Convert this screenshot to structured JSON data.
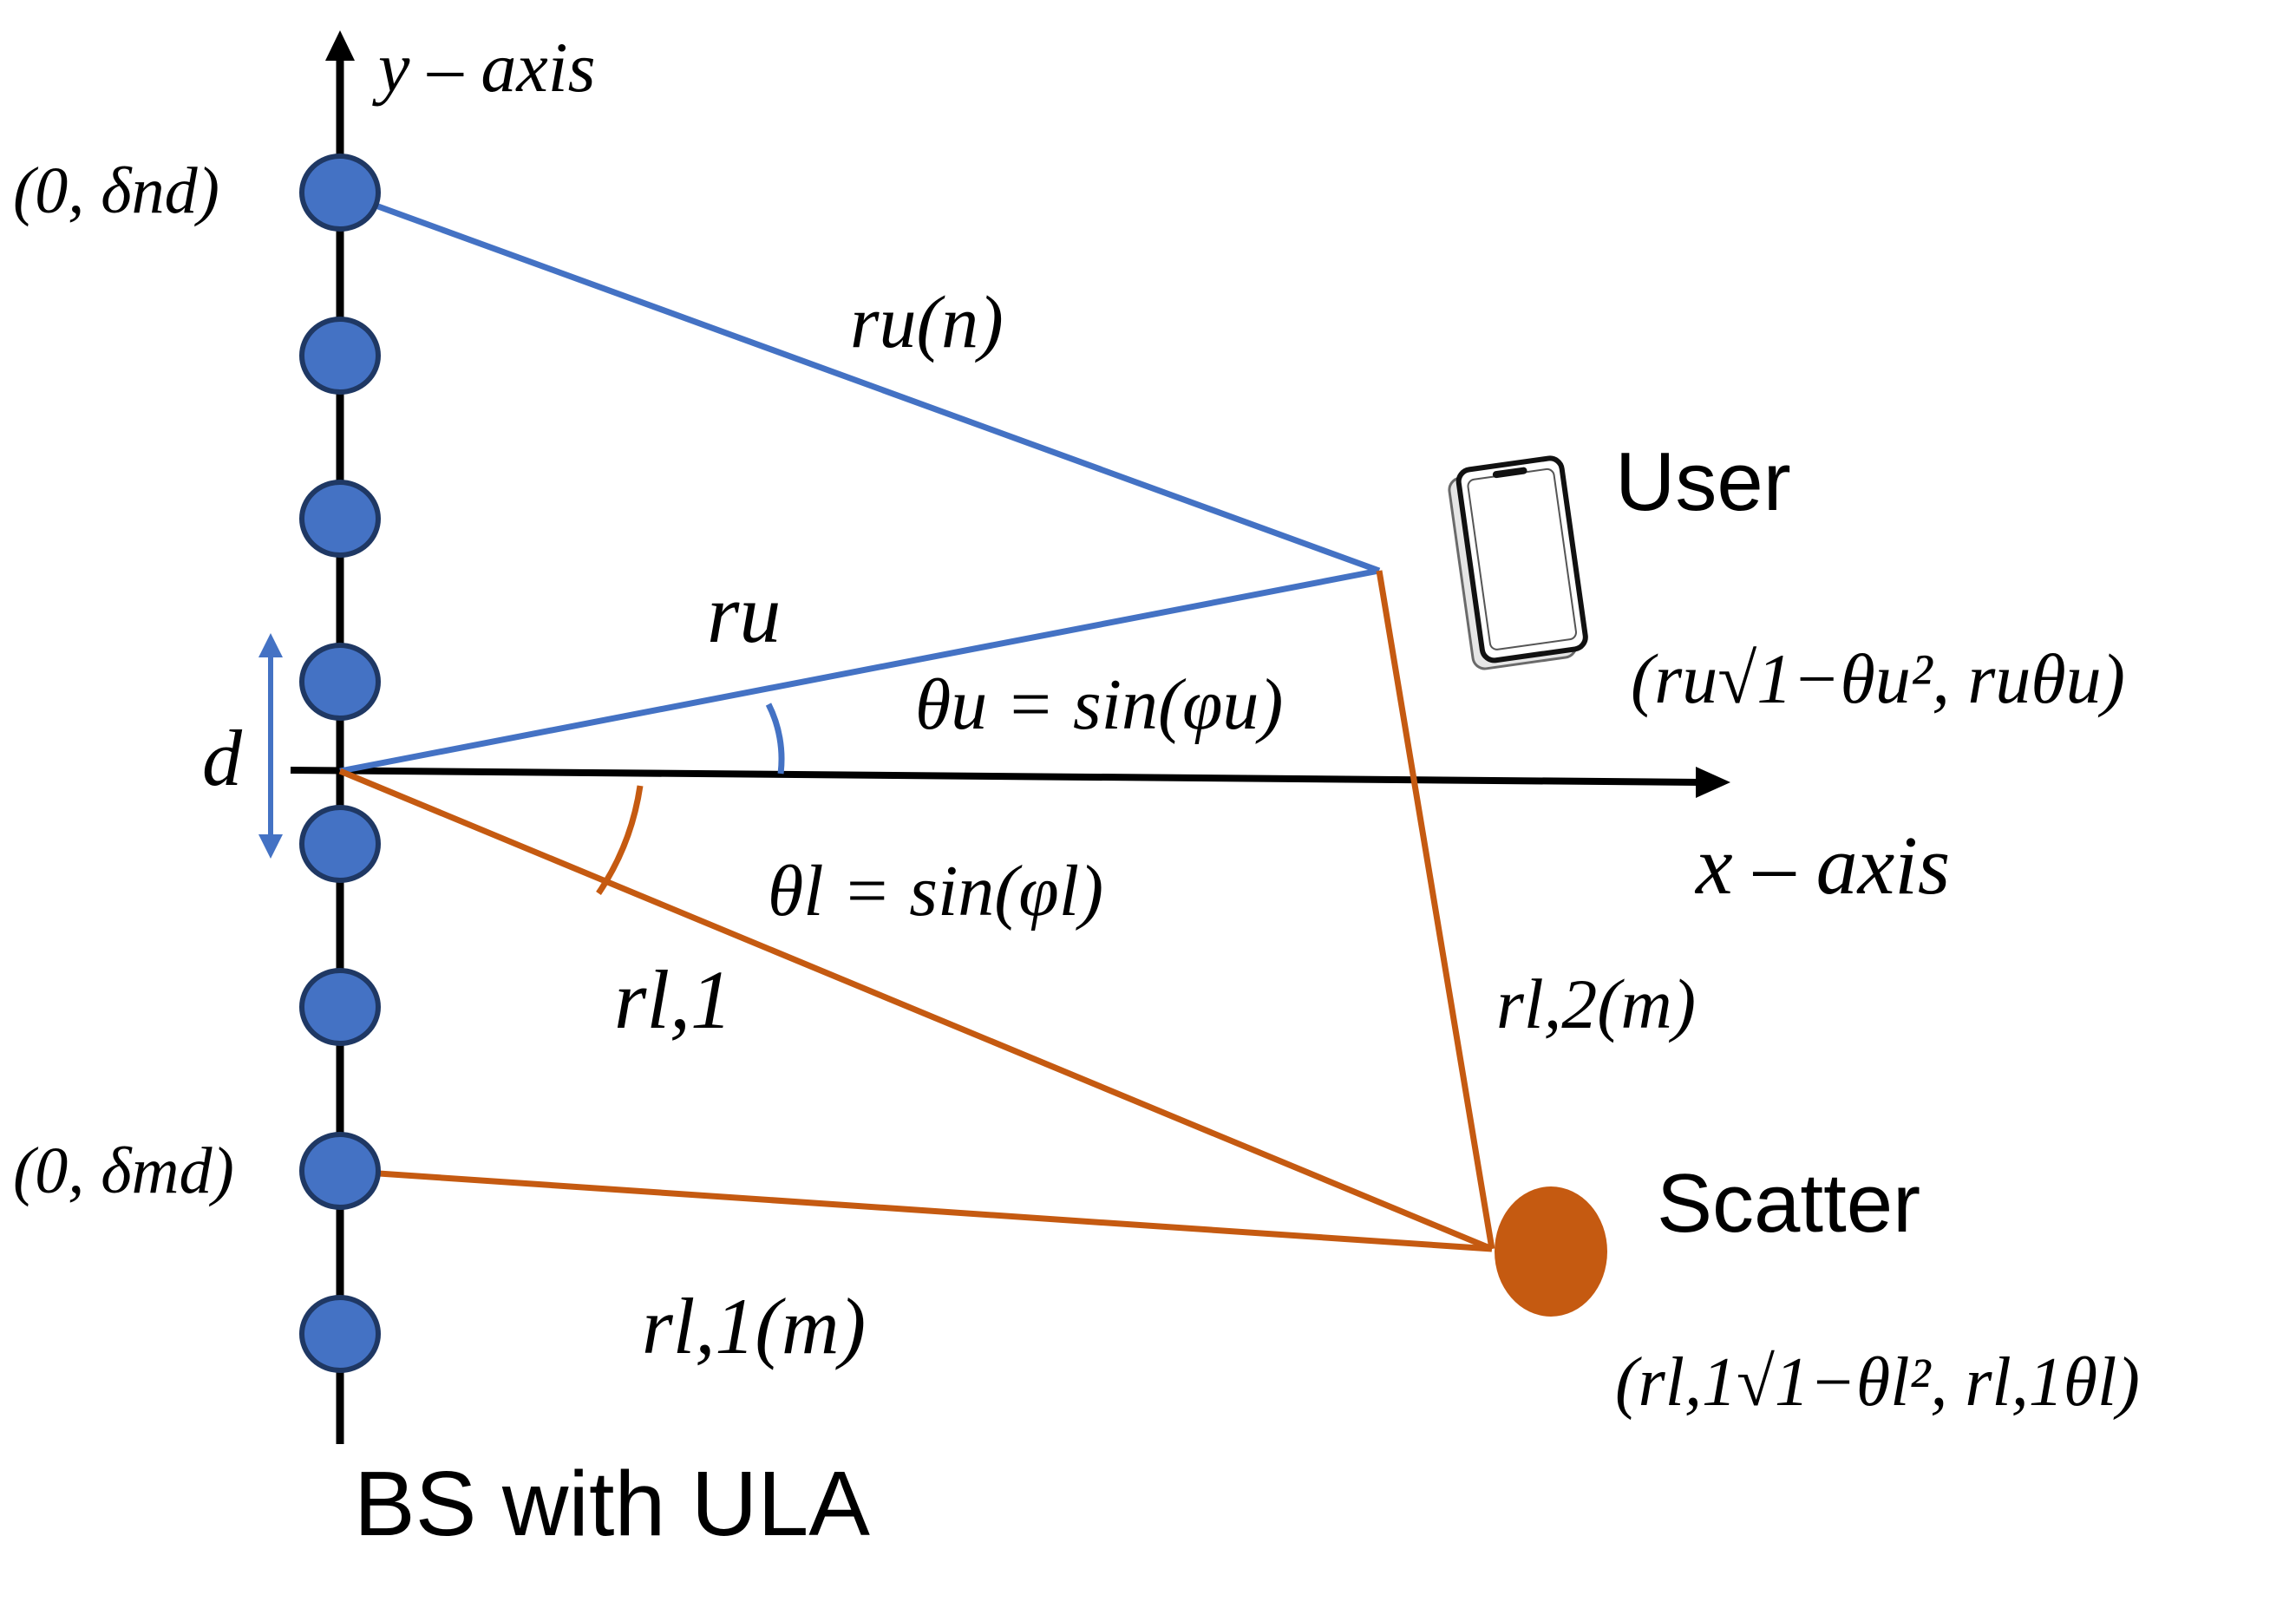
{
  "colors": {
    "blue_line": "#4472C4",
    "orange_line": "#C55A11",
    "axis": "#000000",
    "antenna_fill": "#4472C4",
    "antenna_stroke": "#1F3864",
    "scatter_fill": "#C55A11"
  },
  "axes": {
    "y_label": "y – axis",
    "x_label": "x – axis"
  },
  "antenna": {
    "element_count": 8,
    "top_coord": "(0, δnd)",
    "bottom_coord": "(0, δmd)",
    "spacing_label": "d",
    "caption": "BS with ULA"
  },
  "user": {
    "label": "User",
    "icon": "smartphone-icon",
    "coord": "(ru√1−θu², ruθu)"
  },
  "scatter": {
    "label": "Scatter",
    "coord": "(rl,1√1−θl², rl,1θl)"
  },
  "distances": {
    "ru_n": "ru(n)",
    "ru": "ru",
    "rl1": "rl,1",
    "rl2_m": "rl,2(m)",
    "rl1_m": "rl,1(m)"
  },
  "angles": {
    "theta_u": "θu = sin(φu)",
    "theta_l": "θl = sin(φl)"
  }
}
